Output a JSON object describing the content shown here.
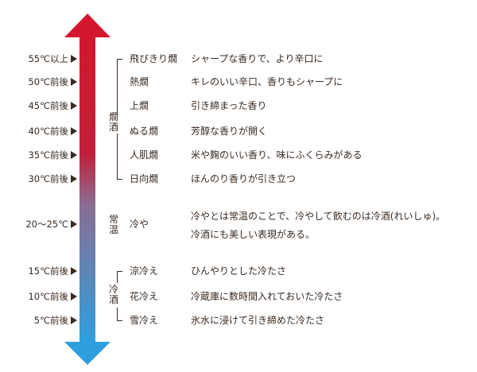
{
  "colors": {
    "hot": "#d3162c",
    "cold": "#2e9fdc",
    "text": "#3a2a20"
  },
  "groups": {
    "kan": "燗酒",
    "jo": "常温",
    "rei": "冷酒"
  },
  "rows": [
    {
      "temp": "55℃以上",
      "name": "飛びきり燗",
      "desc": "シャープな香りで、より辛口に"
    },
    {
      "temp": "50℃前後",
      "name": "熱燗",
      "desc": "キレのいい辛口、香りもシャープに"
    },
    {
      "temp": "45℃前後",
      "name": "上燗",
      "desc": "引き締まった香り"
    },
    {
      "temp": "40℃前後",
      "name": "ぬる燗",
      "desc": "芳醇な香りが開く"
    },
    {
      "temp": "35℃前後",
      "name": "人肌燗",
      "desc": "米や麹のいい香り、味にふくらみがある"
    },
    {
      "temp": "30℃前後",
      "name": "日向燗",
      "desc": "ほんのり香りが引き立つ"
    },
    {
      "temp": "20～25℃",
      "name": "冷や",
      "desc": "冷やとは常温のことで、冷やして飲むのは冷酒(れいしゅ)。",
      "desc2": "冷酒にも美しい表現がある。"
    },
    {
      "temp": "15℃前後",
      "name": "涼冷え",
      "desc": "ひんやりとした冷たさ"
    },
    {
      "temp": "10℃前後",
      "name": "花冷え",
      "desc": "冷蔵庫に数時間入れておいた冷たさ"
    },
    {
      "temp": "5℃前後",
      "name": "雪冷え",
      "desc": "氷水に浸けて引き締めた冷たさ"
    }
  ]
}
